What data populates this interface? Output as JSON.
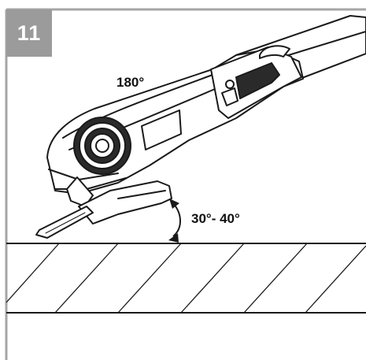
{
  "figure": {
    "step_number": "11",
    "rotation_label": "180°",
    "angle_label": "30°- 40°"
  },
  "colors": {
    "frame": "#a6a6a6",
    "badge": "#9b9b9b",
    "line": "#1a1a1a",
    "tool_fill": "#ffffff",
    "tool_dark": "#2a2a2a"
  }
}
